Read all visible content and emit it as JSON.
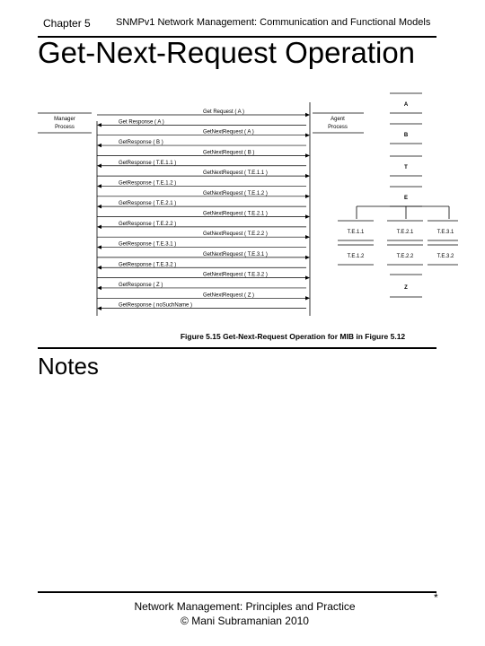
{
  "header": {
    "chapter": "Chapter 5",
    "topic": "SNMPv1 Network Management:  Communication and Functional Models"
  },
  "title": "Get-Next-Request Operation",
  "figure": {
    "manager_label": [
      "Manager",
      "Process"
    ],
    "agent_label": [
      "Agent",
      "Process"
    ],
    "messages": [
      {
        "dir": "req",
        "text": "Get Request ( A )"
      },
      {
        "dir": "resp",
        "text": "Get Response ( A )"
      },
      {
        "dir": "req",
        "text": "GetNextRequest ( A )"
      },
      {
        "dir": "resp",
        "text": "GetResponse ( B )"
      },
      {
        "dir": "req",
        "text": "GetNextRequest ( B )"
      },
      {
        "dir": "resp",
        "text": "GetResponse ( T.E.1.1 )"
      },
      {
        "dir": "req",
        "text": "GetNextRequest ( T.E.1.1 )"
      },
      {
        "dir": "resp",
        "text": "GetResponse ( T.E.1.2 )"
      },
      {
        "dir": "req",
        "text": "GetNextRequest ( T.E.1.2 )"
      },
      {
        "dir": "resp",
        "text": "GetResponse ( T.E.2.1 )"
      },
      {
        "dir": "req",
        "text": "GetNextRequest ( T.E.2.1 )"
      },
      {
        "dir": "resp",
        "text": "GetResponse ( T.E.2.2 )"
      },
      {
        "dir": "req",
        "text": "GetNextRequest ( T.E.2.2 )"
      },
      {
        "dir": "resp",
        "text": "GetResponse ( T.E.3.1 )"
      },
      {
        "dir": "req",
        "text": "GetNextRequest ( T.E.3.1 )"
      },
      {
        "dir": "resp",
        "text": "GetResponse ( T.E.3.2 )"
      },
      {
        "dir": "req",
        "text": "GetNextRequest ( T.E.3.2 )"
      },
      {
        "dir": "resp",
        "text": "GetResponse ( Z )"
      },
      {
        "dir": "req",
        "text": "GetNextRequest ( Z )"
      },
      {
        "dir": "resp",
        "text": "GetResponse ( noSuchName )"
      }
    ],
    "mib": {
      "chain": [
        "A",
        "B",
        "T",
        "E"
      ],
      "row1": [
        "T.E.1.1",
        "T.E.2.1",
        "T.E.3.1"
      ],
      "row2": [
        "T.E.1.2",
        "T.E.2.2",
        "T.E.3.2"
      ],
      "last": "Z"
    },
    "caption": "Figure 5.15  Get-Next-Request Operation for MIB in Figure 5.12"
  },
  "notes_heading": "Notes",
  "footer": {
    "line1": "Network Management: Principles and Practice",
    "line2": "©  Mani Subramanian 2010",
    "mark": "*"
  }
}
